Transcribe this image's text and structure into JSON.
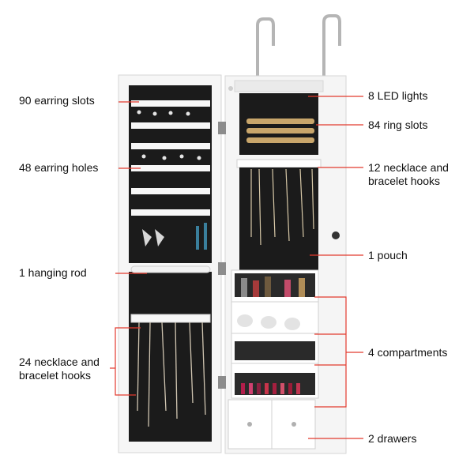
{
  "labels": {
    "earring_slots": "90 earring slots",
    "earring_holes": "48 earring holes",
    "hanging_rod": "1 hanging rod",
    "door_hooks": "24  necklace and\nbracelet  hooks",
    "led_lights": "8 LED lights",
    "ring_slots": "84 ring slots",
    "cabinet_hooks": "12  necklace and\nbracelet  hooks",
    "pouch": "1 pouch",
    "compartments": "4 compartments",
    "drawers": "2 drawers"
  },
  "colors": {
    "leader_line": "#e23a2e",
    "cabinet_white": "#f4f4f4",
    "panel_black": "#1a1a1a",
    "hanger_metal": "#b9b9b9"
  }
}
